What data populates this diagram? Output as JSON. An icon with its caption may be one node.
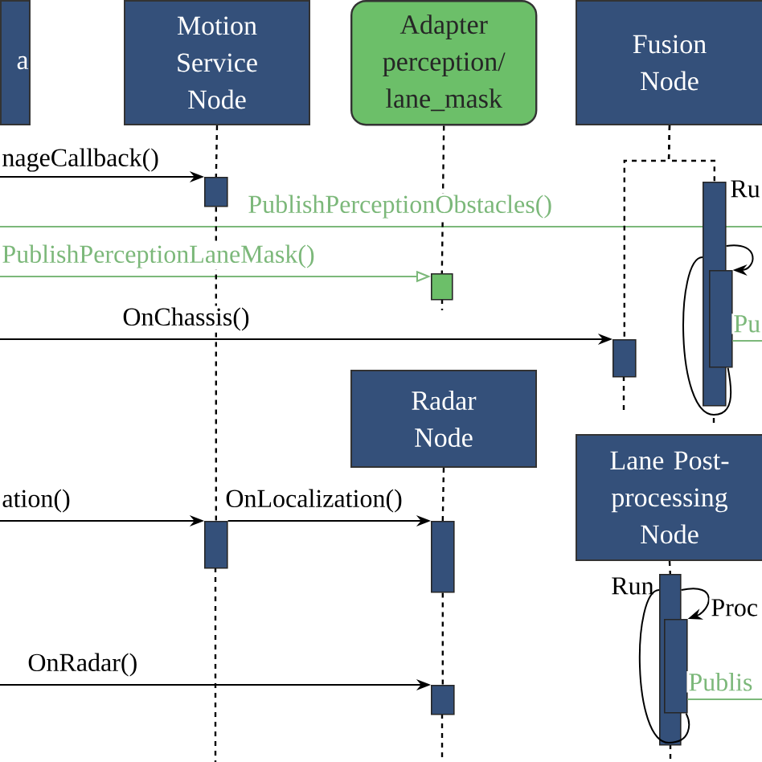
{
  "diagram": {
    "nodes": [
      {
        "text": [
          "a"
        ]
      },
      {
        "text": [
          "Motion Service Node"
        ]
      },
      {
        "text": [
          "Adapter perception/ lane_mask"
        ]
      },
      {
        "text": [
          "Fusion Node"
        ]
      },
      {
        "text": [
          "Radar Node"
        ]
      },
      {
        "text": [
          "Lane Post-processing Node"
        ]
      },
      {
        "text": [],
        "shape": "bar"
      },
      {
        "text": [],
        "shape": "bar"
      },
      {
        "text": [],
        "shape": "bar"
      },
      {
        "text": [],
        "shape": "bar",
        "beside": [
          "Ru"
        ]
      },
      {
        "text": [],
        "shape": "bar"
      },
      {
        "text": [],
        "shape": "bar"
      },
      {
        "text": [],
        "shape": "bar"
      },
      {
        "text": [],
        "shape": "bar"
      },
      {
        "text": [],
        "shape": "bar",
        "beside": [
          "Run"
        ]
      },
      {
        "text": [],
        "shape": "bar"
      }
    ],
    "edges": [
      {
        "from": null,
        "to": 6,
        "arrow": "to",
        "label": "nageCallback()"
      },
      {
        "from": null,
        "to": 9,
        "arrow": "none",
        "label": "PublishPerceptionObstacles()",
        "color": "#7cb87a"
      },
      {
        "from": null,
        "to": 7,
        "arrow": "to",
        "label": "PublishPerceptionLaneMask()",
        "color": "#7cb87a"
      },
      {
        "from": null,
        "to": 8,
        "arrow": "to",
        "label": "OnChassis()"
      },
      {
        "from": 1,
        "to": 6,
        "arrow": "none",
        "style": "dashed"
      },
      {
        "from": 6,
        "to": 11,
        "arrow": "none",
        "style": "dashed"
      },
      {
        "from": 2,
        "to": 7,
        "arrow": "none",
        "style": "dashed"
      },
      {
        "from": 3,
        "to": 8,
        "arrow": "none",
        "style": "dashed"
      },
      {
        "from": 3,
        "to": 9,
        "arrow": "none",
        "style": "dashed"
      },
      {
        "from": 9,
        "to": 10,
        "arrow": "to"
      },
      {
        "from": 10,
        "to": null,
        "arrow": "none",
        "label": "Pu",
        "color": "#7cb87a"
      },
      {
        "from": null,
        "to": 11,
        "arrow": "to",
        "label": "ation()"
      },
      {
        "from": 11,
        "to": 12,
        "arrow": "to",
        "label": "OnLocalization()"
      },
      {
        "from": 4,
        "to": 12,
        "arrow": "none",
        "style": "dashed"
      },
      {
        "from": 12,
        "to": 13,
        "arrow": "none",
        "style": "dashed"
      },
      {
        "from": null,
        "to": 13,
        "arrow": "to",
        "label": "OnRadar()"
      },
      {
        "from": 5,
        "to": 14,
        "arrow": "none",
        "style": "dashed"
      },
      {
        "from": 14,
        "to": 15,
        "arrow": "to",
        "label": "Proc"
      },
      {
        "from": 15,
        "to": null,
        "arrow": "none",
        "label": "Publis",
        "color": "#7cb87a"
      },
      {
        "from": 9,
        "to": 10,
        "arrow": "none"
      },
      {
        "from": 14,
        "to": 15,
        "arrow": "none"
      }
    ]
  }
}
